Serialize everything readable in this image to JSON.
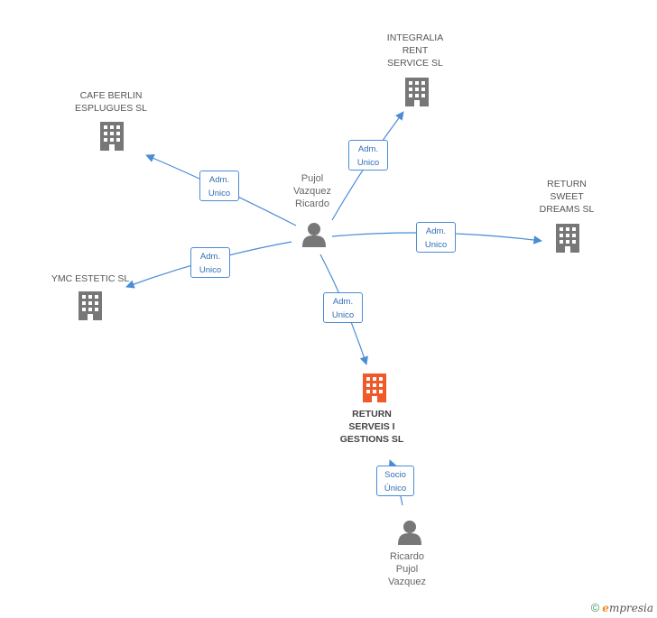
{
  "colors": {
    "edge": "#4a8cd6",
    "company": "#777777",
    "focus_company": "#f05a28",
    "person": "#777777"
  },
  "companies": {
    "integralia": {
      "label": "INTEGRALIA\nRENT\nSERVICE SL",
      "icon": "building-icon"
    },
    "cafe_berlin": {
      "label": "CAFE BERLIN\nESPLUGUES  SL",
      "icon": "building-icon"
    },
    "return_sweet": {
      "label": "RETURN\nSWEET\nDREAMS SL",
      "icon": "building-icon"
    },
    "ymc": {
      "label": "YMC ESTETIC  SL",
      "icon": "building-icon"
    },
    "return_serveis": {
      "label": "RETURN\nSERVEIS I\nGESTIONS SL",
      "icon": "building-icon"
    }
  },
  "persons": {
    "pujol": {
      "label": "Pujol\nVazquez\nRicardo",
      "icon": "person-icon"
    },
    "ricardo": {
      "label": "Ricardo\nPujol\nVazquez",
      "icon": "person-icon"
    }
  },
  "edges": {
    "to_integralia": "Adm.\nUnico",
    "to_cafe_berlin": "Adm.\nUnico",
    "to_return_sweet": "Adm.\nUnico",
    "to_ymc": "Adm.\nUnico",
    "to_return_serveis": "Adm.\nUnico",
    "socio": "Socio\nÚnico"
  },
  "footer": {
    "copyright_symbol": "©",
    "brand_initial": "e",
    "brand_rest": "mpresia"
  }
}
